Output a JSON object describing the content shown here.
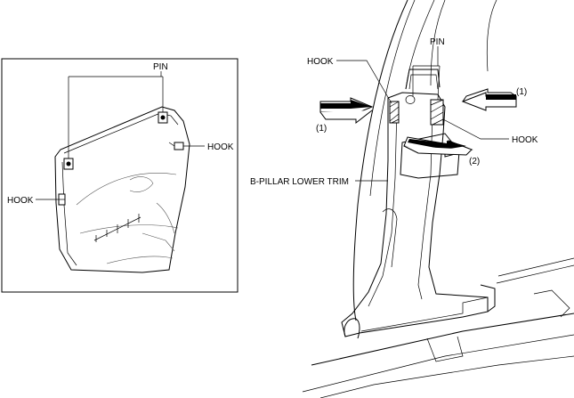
{
  "inset": {
    "labels": {
      "pin": "PIN",
      "hook_right": "HOOK",
      "hook_left": "HOOK"
    }
  },
  "main": {
    "labels": {
      "hook_top_left": "HOOK",
      "pin": "PIN",
      "arrow_1_right": "(1)",
      "arrow_1_left": "(1)",
      "hook_right": "HOOK",
      "arrow_2": "(2)",
      "trim_name": "B-PILLAR LOWER TRIM"
    }
  }
}
